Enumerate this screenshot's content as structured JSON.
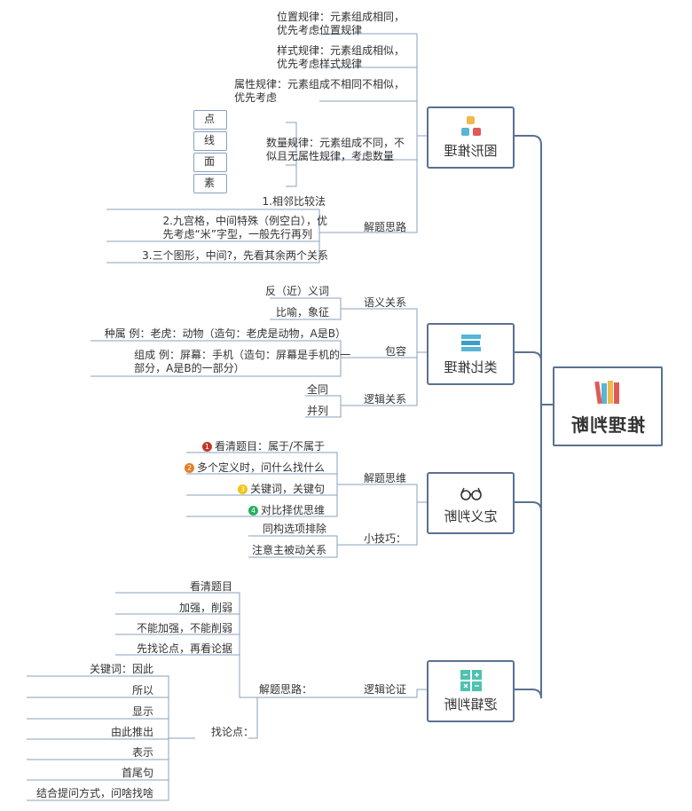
{
  "root": {
    "label": "推理判断",
    "icon": "books-icon"
  },
  "branches": [
    {
      "label": "图形推理",
      "icon": "shapes-abc-icon",
      "children": [
        {
          "label": "位置规律：元素组成相同，\n优先考虑位置规律"
        },
        {
          "label": "样式规律：元素组成相似，\n优先考虑样式规律"
        },
        {
          "label": "属性规律：元素组成不相同不相似，\n优先考虑"
        },
        {
          "label": "数量规律：元素组成不同，不\n似且无属性规律，考虑数量",
          "children": [
            "点",
            "线",
            "面",
            "素"
          ]
        },
        {
          "label": "解题思路",
          "children": [
            "1.相邻比较法",
            "2.九宫格，中间特殊（例空白），优\n先考虑“米”字型，一般先行再列",
            "3.三个图形，中间?，先看其余两个关系"
          ]
        }
      ]
    },
    {
      "label": "类比推理",
      "icon": "stacked-books-icon",
      "children": [
        {
          "label": "语义关系",
          "children": [
            "反（近）义词",
            "比喻，象征"
          ]
        },
        {
          "label": "包容",
          "children": [
            "种属 例：老虎：动物（造句：老虎是动物，A是B）",
            "组成 例：屏幕：手机（造句：屏幕是手机的一\n部分，A是B的一部分）"
          ]
        },
        {
          "label": "逻辑关系",
          "children": [
            "全同",
            "并列"
          ]
        }
      ]
    },
    {
      "label": "定义判断",
      "icon": "glasses-icon",
      "children": [
        {
          "label": "解题思维",
          "children": [
            {
              "n": "1",
              "color": "#c0392b",
              "text": "看清题目：属于/不属于"
            },
            {
              "n": "2",
              "color": "#e67e22",
              "text": "多个定义时，问什么找什么"
            },
            {
              "n": "3",
              "color": "#f1c40f",
              "text": "关键词，关键句"
            },
            {
              "n": "4",
              "color": "#27ae60",
              "text": "对比择优思维"
            }
          ]
        },
        {
          "label": "小技巧：",
          "children": [
            "同构选项排除",
            "注意主被动关系"
          ]
        }
      ]
    },
    {
      "label": "逻辑判断",
      "icon": "calculator-icon",
      "children": [
        {
          "label": "逻辑论证",
          "children": [
            {
              "label": "解题思路：",
              "children": [
                "看清题目",
                "加强，削弱",
                "不能加强，不能削弱",
                "先找论点，再看论据"
              ]
            },
            {
              "label": "找论点：",
              "children": [
                "关键词：因此",
                "所以",
                "显示",
                "由此推出",
                "表示",
                "首尾句",
                "结合提问方式，问啥找啥"
              ]
            }
          ]
        }
      ]
    }
  ],
  "colors": {
    "line": "#5a7190",
    "leaf_line": "#8aa0bc"
  }
}
